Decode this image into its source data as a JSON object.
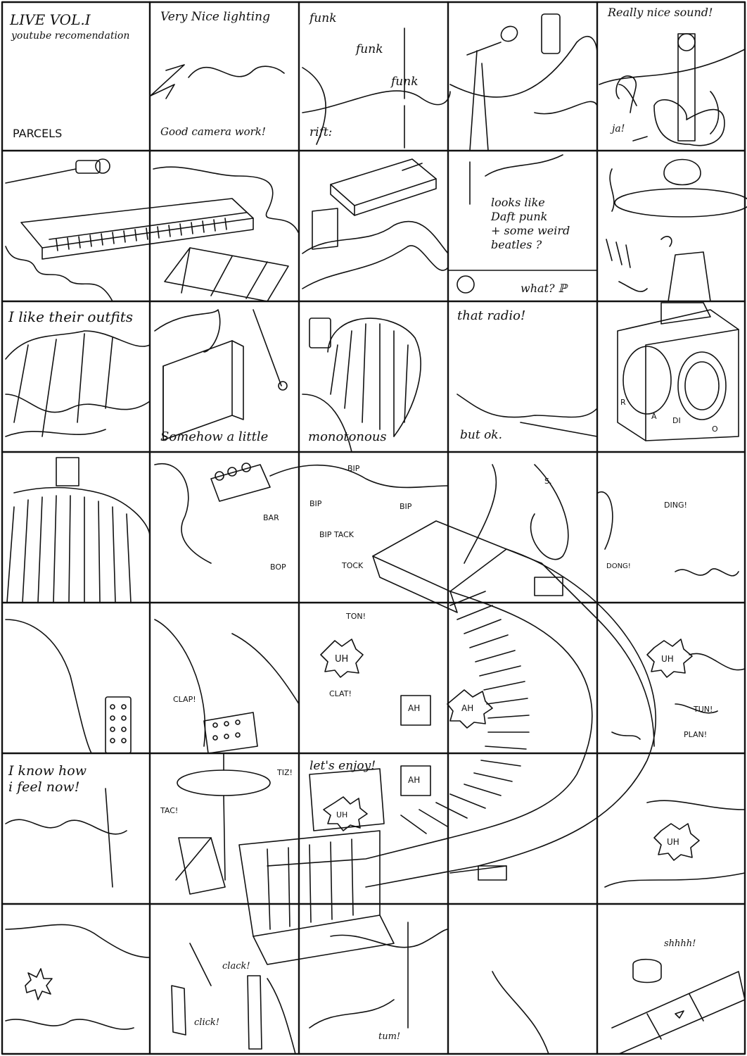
{
  "captions": {
    "live": "LIVE VOL.I",
    "yt": "youtube recomendation",
    "parcels": "PARCELS",
    "lighting": "Very Nice lighting",
    "camera": "Good camera work!",
    "funk1": "funk",
    "funk2": "funk",
    "funk3": "funk",
    "rift": "rift:",
    "sound": "Really nice sound!",
    "ja": "ja!",
    "daft": "looks like\nDaft punk\n+ some weird\nbeatles ?",
    "what": "what? ℙ",
    "outfits": "I like their outfits",
    "monot1": "Somehow a little",
    "monot2": "monotonous",
    "radio_q": "that radio!",
    "but_ok": "but ok.",
    "radio_r": "R",
    "radio_a": "A",
    "radio_di": "DI",
    "radio_o": "O",
    "bip1": "BIP",
    "bip2": "BIP",
    "bip3": "BIP",
    "bip_tack": "BIP TACK",
    "tock": "TOCK",
    "bar": "BAR",
    "bop": "BOP",
    "s": "S.",
    "ding": "DING!",
    "dong": "DONG!",
    "ton": "TON!",
    "uh1": "UH",
    "clat": "CLAT!",
    "clap": "CLAP!",
    "ah1": "AH",
    "ah2": "AH",
    "ah3": "AH",
    "uh2": "UH",
    "uh3": "UH",
    "uh4": "UH",
    "tun": "TUN!",
    "plan": "PLAN!",
    "know": "I know how\ni feel now!",
    "tac": "TAC!",
    "tiz": "TIZ!",
    "enjoy": "let's enjoy!",
    "clack": "clack!",
    "click": "click!",
    "tum": "tum!",
    "shhh": "shhhh!"
  },
  "grid": {
    "columns": 5,
    "rows": 7
  }
}
